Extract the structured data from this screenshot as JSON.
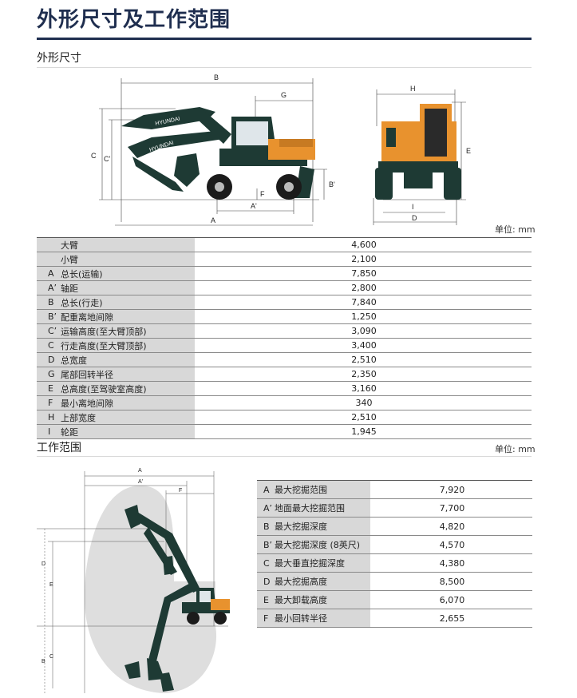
{
  "page_title": "外形尺寸及工作范围",
  "dimensions_section": {
    "heading": "外形尺寸",
    "unit": "单位: mm",
    "diagram_labels": {
      "B": "B",
      "G": "G",
      "C": "C",
      "C_prime": "C'",
      "B_prime": "B'",
      "F": "F",
      "A_prime": "A'",
      "A": "A",
      "H": "H",
      "E": "E",
      "I": "I",
      "D": "D",
      "brand": "HYUNDAI"
    },
    "rows": [
      {
        "code": "",
        "name": "大臂",
        "value": "4,600"
      },
      {
        "code": "",
        "name": "小臂",
        "value": "2,100"
      },
      {
        "code": "A",
        "name": "总长(运输)",
        "value": "7,850"
      },
      {
        "code": "A’",
        "name": "轴距",
        "value": "2,800"
      },
      {
        "code": "B",
        "name": "总长(行走)",
        "value": "7,840"
      },
      {
        "code": "B’",
        "name": "配重离地间隙",
        "value": "1,250"
      },
      {
        "code": "C’",
        "name": "运输高度(至大臂顶部)",
        "value": "3,090"
      },
      {
        "code": "C",
        "name": "行走高度(至大臂顶部)",
        "value": "3,400"
      },
      {
        "code": "D",
        "name": "总宽度",
        "value": "2,510"
      },
      {
        "code": "G",
        "name": "尾部回转半径",
        "value": "2,350"
      },
      {
        "code": "E",
        "name": "总高度(至驾驶室高度)",
        "value": "3,160"
      },
      {
        "code": "F",
        "name": "最小离地间隙",
        "value": "340"
      },
      {
        "code": "H",
        "name": "上部宽度",
        "value": "2,510"
      },
      {
        "code": "I",
        "name": "轮距",
        "value": "1,945"
      }
    ]
  },
  "working_range_section": {
    "heading": "工作范围",
    "unit": "单位: mm",
    "diagram_labels": {
      "A": "A",
      "A_prime": "A'",
      "F": "F",
      "D": "D",
      "E": "E",
      "B": "B",
      "C": "C"
    },
    "rows": [
      {
        "code": "A",
        "name": "最大挖掘范围",
        "value": "7,920"
      },
      {
        "code": "A’",
        "name": "地面最大挖掘范围",
        "value": "7,700"
      },
      {
        "code": "B",
        "name": "最大挖掘深度",
        "value": "4,820"
      },
      {
        "code": "B’",
        "name": "最大挖掘深度 (8英尺)",
        "value": "4,570"
      },
      {
        "code": "C",
        "name": "最大垂直挖掘深度",
        "value": "4,380"
      },
      {
        "code": "D",
        "name": "最大挖掘高度",
        "value": "8,500"
      },
      {
        "code": "E",
        "name": "最大卸载高度",
        "value": "6,070"
      },
      {
        "code": "F",
        "name": "最小回转半径",
        "value": "2,655"
      }
    ]
  },
  "colors": {
    "title": "#1f2e4f",
    "machine_dark": "#1e3a34",
    "machine_orange": "#e8922e",
    "table_shade": "#d8d8d8",
    "range_fill": "#dedede"
  }
}
